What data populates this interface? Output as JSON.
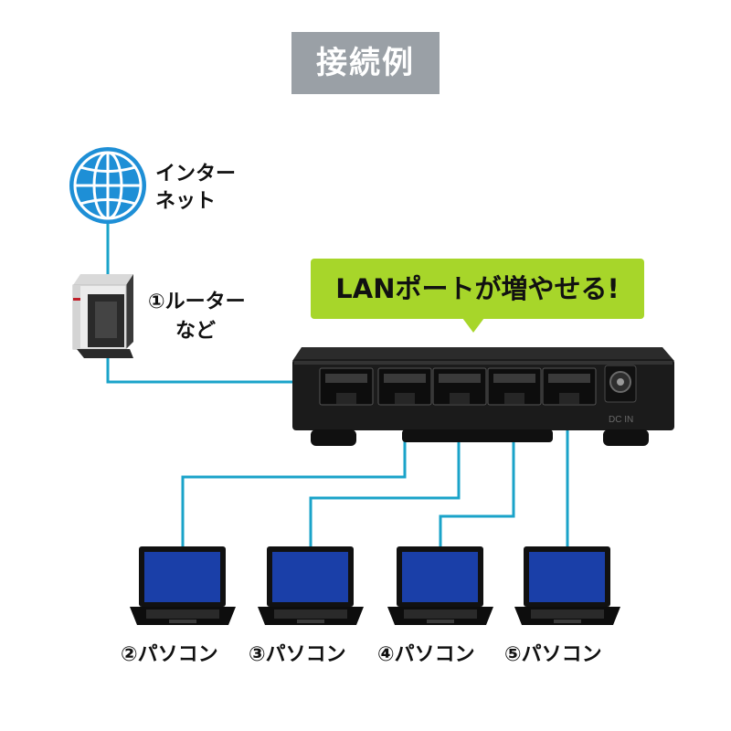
{
  "title": "接続例",
  "internet_label_line1": "インター",
  "internet_label_line2": "ネット",
  "router_label_line1": "①ルーター",
  "router_label_line2": "など",
  "callout": "LANポートが増やせる!",
  "switch_port_label": "DC IN",
  "pcs": [
    {
      "label": "②パソコン"
    },
    {
      "label": "③パソコン"
    },
    {
      "label": "④パソコン"
    },
    {
      "label": "⑤パソコン"
    }
  ],
  "colors": {
    "badge": "#9aa0a6",
    "callout": "#a7d62a",
    "cable": "#1aa3c9",
    "globe": "#1e8fd6",
    "switch_body": "#1b1b1b",
    "router_accent": "#c0202a"
  },
  "icons": [
    "globe-icon",
    "router-icon",
    "switch-hub-icon",
    "laptop-icon"
  ]
}
